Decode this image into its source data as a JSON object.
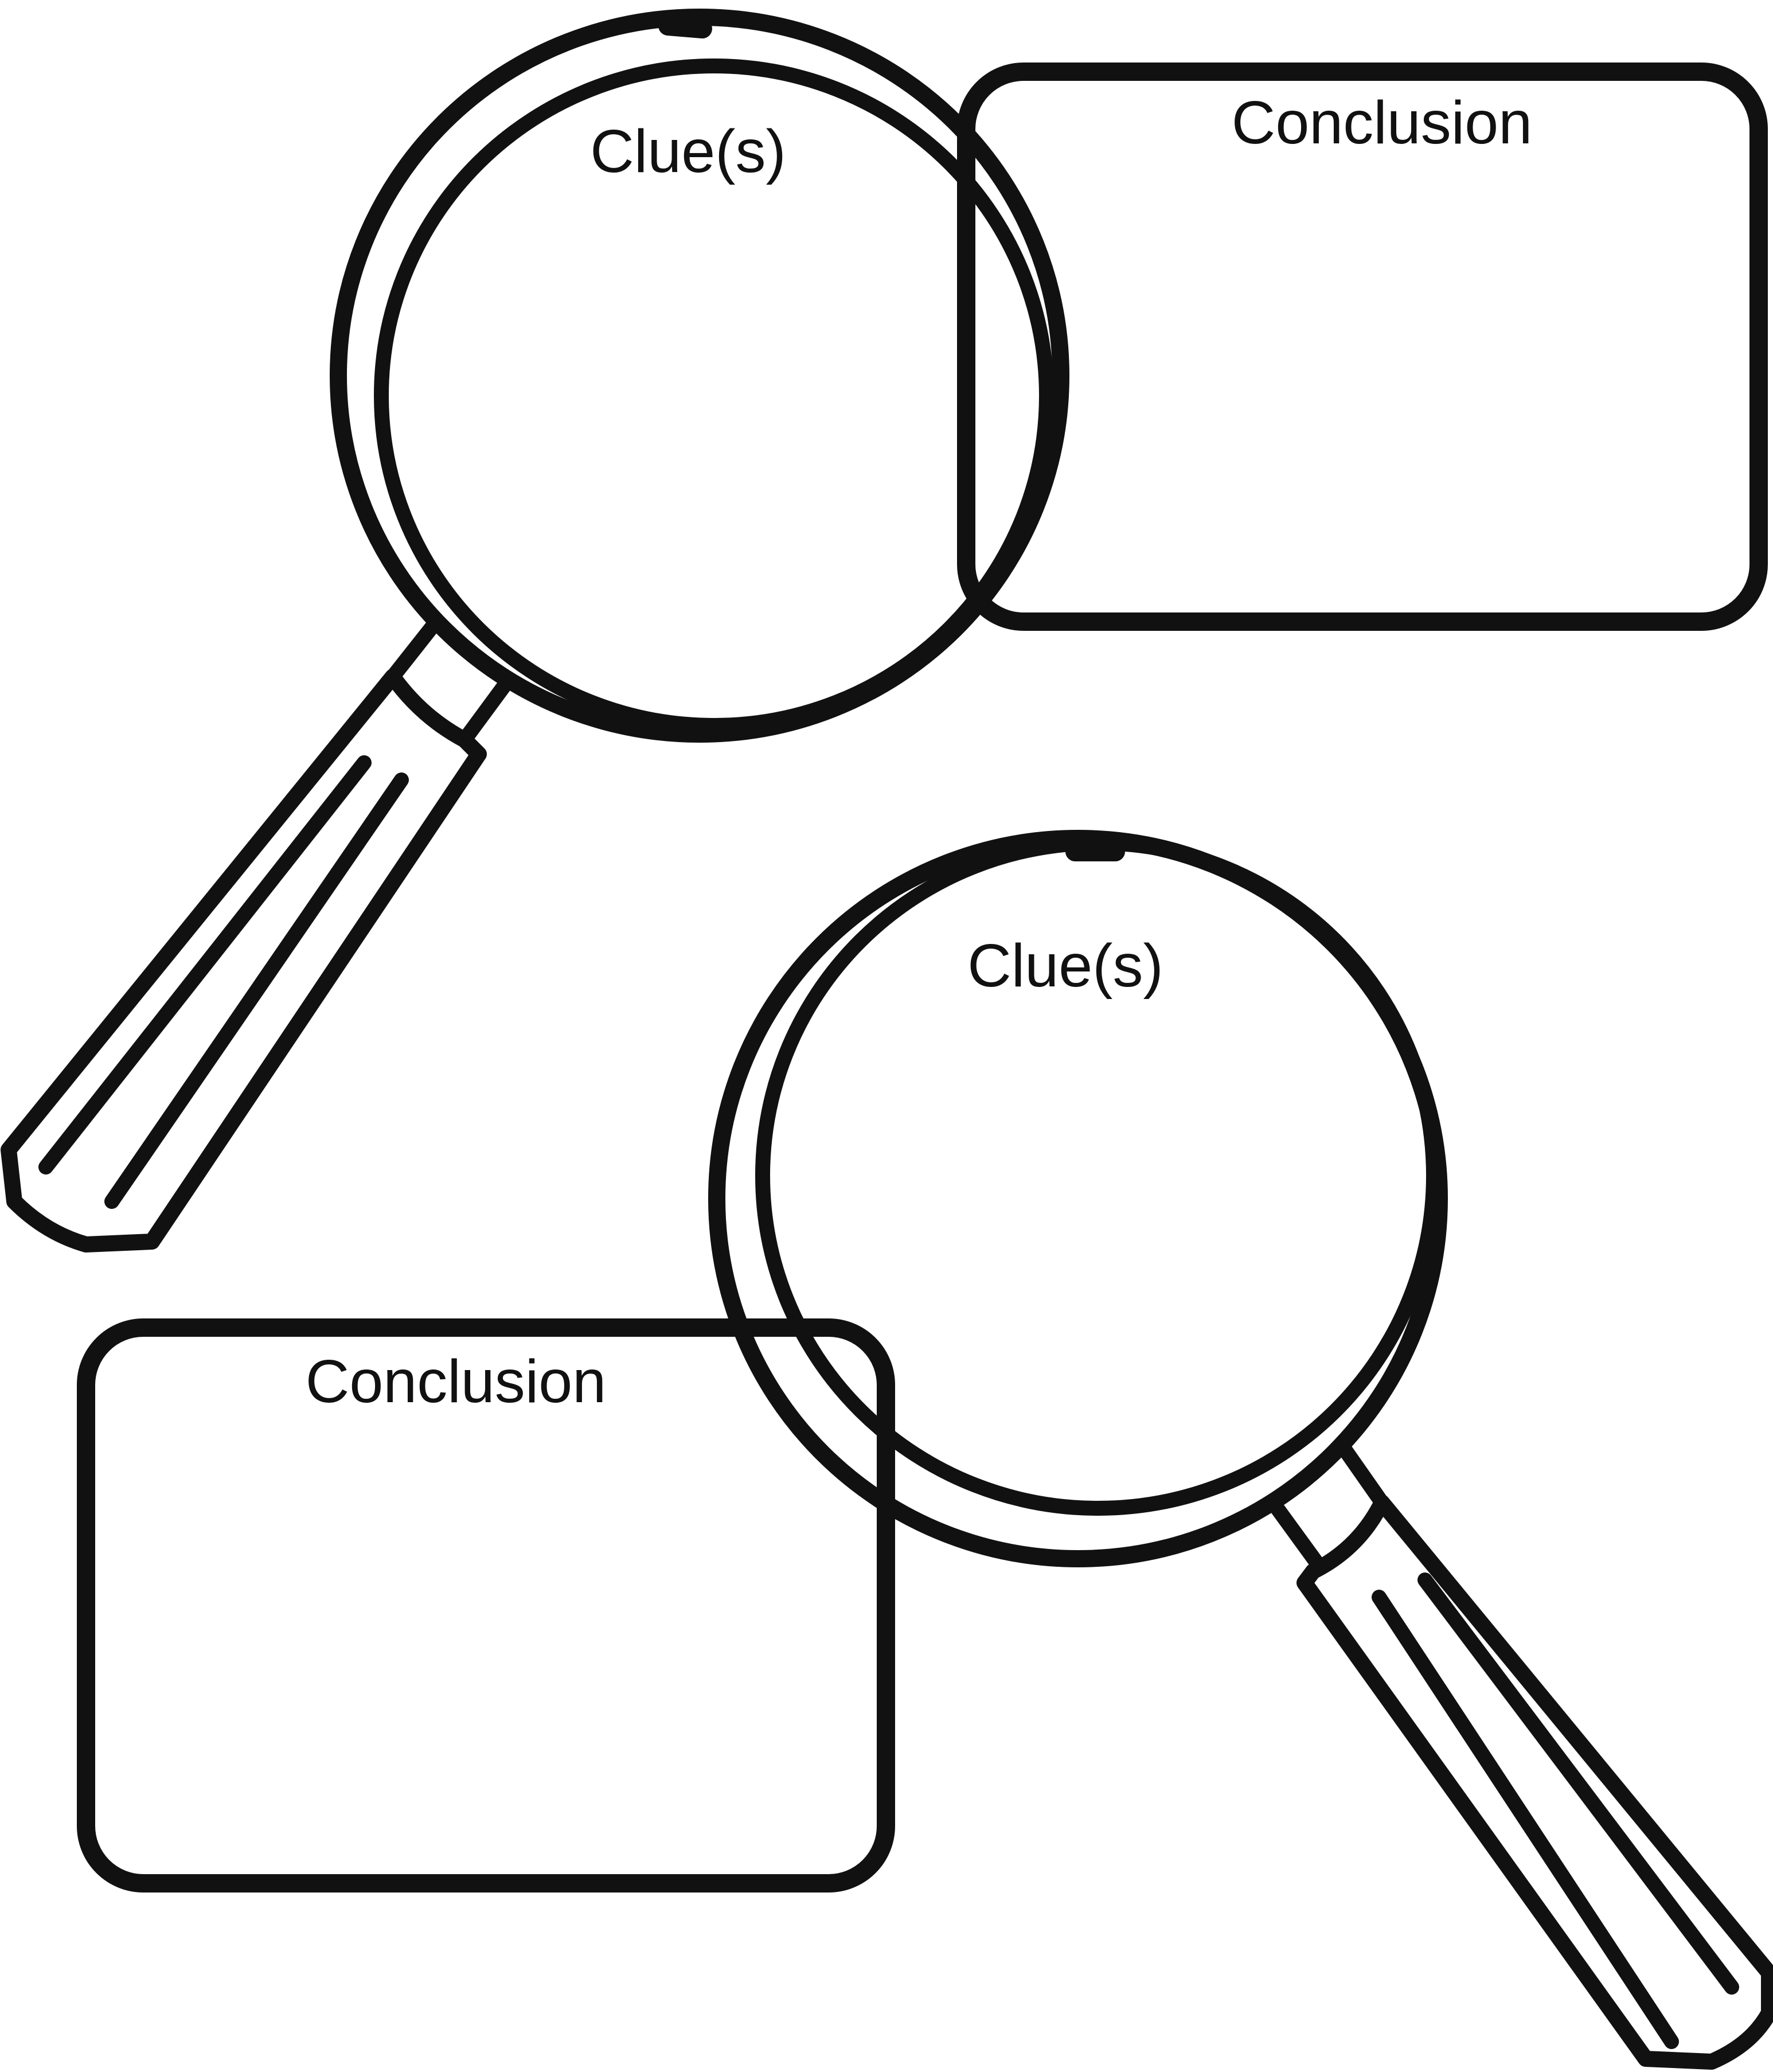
{
  "organizer": {
    "top": {
      "clue_label": "Clue(s)",
      "conclusion_label": "Conclusion"
    },
    "bottom": {
      "clue_label": "Clue(s)",
      "conclusion_label": "Conclusion"
    }
  },
  "colors": {
    "ink": "#111111",
    "paper": "#ffffff"
  },
  "icons": [
    "magnifying-glass-icon",
    "magnifying-glass-icon"
  ]
}
